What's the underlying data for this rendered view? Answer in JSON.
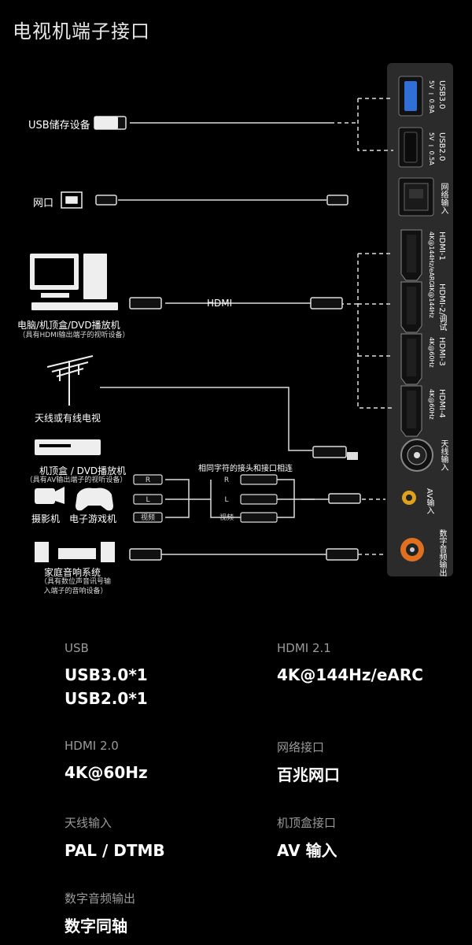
{
  "title": "电视机端子接口",
  "devices": {
    "usb_storage": "USB储存设备",
    "network": "网口",
    "hdmi_device": "电脑/机顶盒/DVD播放机",
    "hdmi_device_note": "（具有HDMI输出端子的视听设备）",
    "hdmi_cable": "HDMI",
    "antenna": "天线或有线电视",
    "av_device": "机顶盒 / DVD播放机",
    "av_device_note": "（具有AV输出端子的视听设备）",
    "camcorder": "摄影机",
    "game": "电子游戏机",
    "audio_system": "家庭音响系统",
    "audio_note_1": "（具有数位声音讯号输",
    "audio_note_2": "入端子的音响设备）",
    "match_note": "相同字符的接头和接口相连",
    "rca_labels": [
      "R",
      "L",
      "视频"
    ]
  },
  "ports": {
    "usb1_name": "USB3.0",
    "usb1_spec": "5V ⎓ 0.9A",
    "usb2_name": "USB2.0",
    "usb2_spec": "5V ⎓ 0.5A",
    "lan": "网络输入",
    "hdmi1": "HDMI-1",
    "hdmi1_spec": "4K@144Hz/eARC",
    "hdmi2": "HDMI-2/调试",
    "hdmi2_spec": "4K@144Hz",
    "hdmi3": "HDMI-3",
    "hdmi3_spec": "4K@60Hz",
    "hdmi4": "HDMI-4",
    "hdmi4_spec": "4K@60Hz",
    "antenna": "天线输入",
    "av": "AV输入",
    "optical": "数字音频输出"
  },
  "specs": [
    {
      "key": "USB",
      "value": "USB3.0*1\nUSB2.0*1"
    },
    {
      "key": "HDMI 2.1",
      "value": "4K@144Hz/eARC"
    },
    {
      "key": "HDMI 2.0",
      "value": "4K@60Hz"
    },
    {
      "key": "网络接口",
      "value": "百兆网口"
    },
    {
      "key": "天线输入",
      "value": "PAL / DTMB"
    },
    {
      "key": "机顶盒接口",
      "value": "AV 输入"
    },
    {
      "key": "数字音频输出",
      "value": "数字同轴"
    }
  ],
  "colors": {
    "background": "#000000",
    "panel": "#2b2b2b",
    "usb3": "#2f6fd6",
    "av_port": "#e0a020",
    "optical_port": "#e07020"
  }
}
